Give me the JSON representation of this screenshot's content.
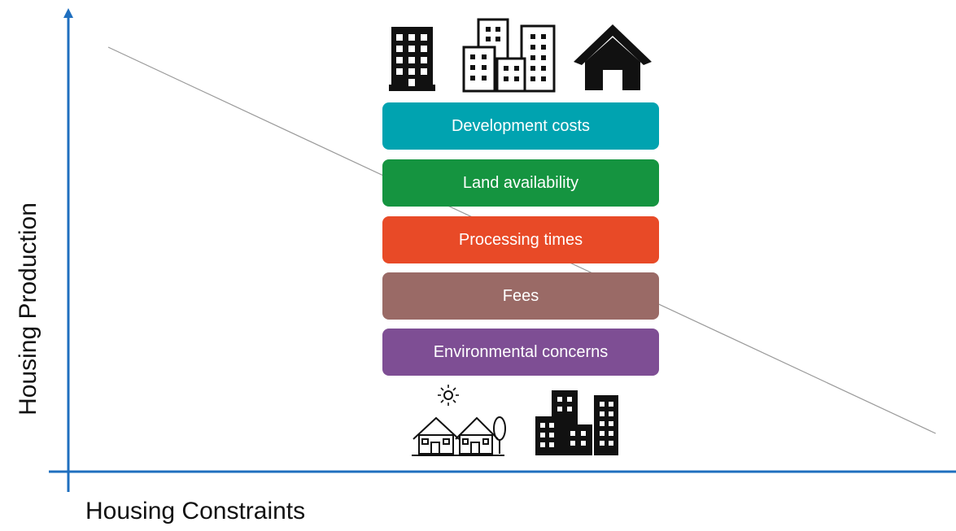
{
  "axes": {
    "x_label": "Housing Constraints",
    "y_label": "Housing Production",
    "axis_color": "#1f6fbf"
  },
  "trend_line": {
    "color": "#999999",
    "direction": "decreasing"
  },
  "constraints": [
    {
      "label": "Development costs",
      "color": "#00a3b0"
    },
    {
      "label": "Land availability",
      "color": "#159440"
    },
    {
      "label": "Processing times",
      "color": "#e84a27"
    },
    {
      "label": "Fees",
      "color": "#9a6a66"
    },
    {
      "label": "Environmental concerns",
      "color": "#7e4e94"
    }
  ],
  "icons": {
    "top": [
      "high-rise-building-icon",
      "apartment-buildings-icon",
      "house-icon"
    ],
    "bottom": [
      "suburban-houses-icon",
      "city-buildings-icon"
    ]
  }
}
